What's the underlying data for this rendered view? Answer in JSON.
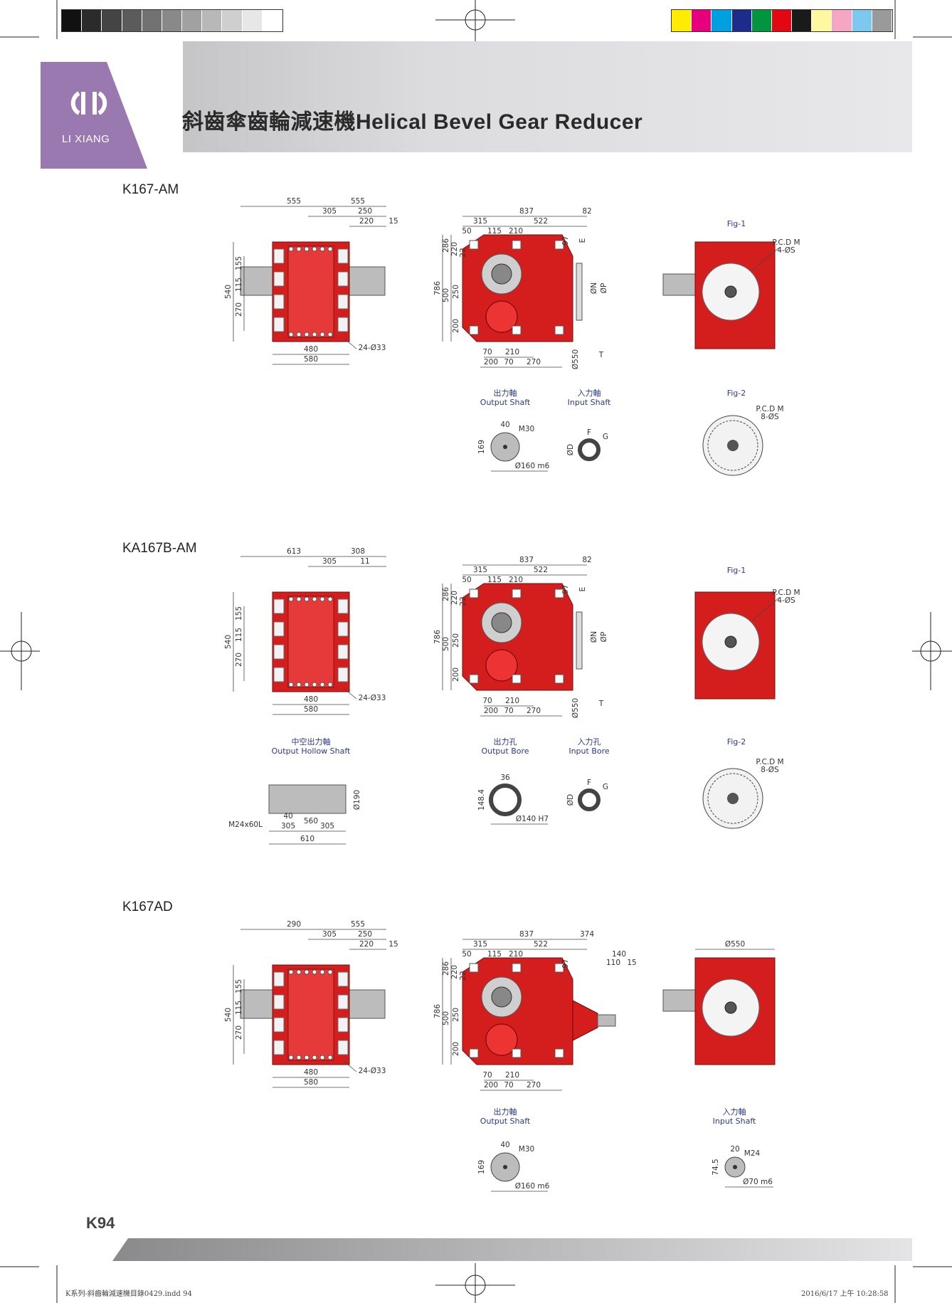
{
  "header": {
    "logo_text": "LI XIANG",
    "title": "斜齒傘齒輪減速機Helical Bevel Gear Reducer"
  },
  "colors": {
    "gray_bar": [
      "#111111",
      "#2b2b2b",
      "#444444",
      "#5b5b5b",
      "#727272",
      "#898989",
      "#a1a1a1",
      "#b8b8b8",
      "#cfcfcf",
      "#e7e7e7",
      "#ffffff"
    ],
    "color_bar": [
      "#ffec00",
      "#e6007e",
      "#00a0e0",
      "#1d2c8b",
      "#00963f",
      "#e30613",
      "#1a1a1a",
      "#fff8a0",
      "#f4a6c4",
      "#7cc8ee",
      "#9a9a9a"
    ],
    "accent_purple": "#9a78b0",
    "gear_red": "#d41e1e"
  },
  "sections": [
    {
      "label": "K167-AM",
      "view1": {
        "top_dims": [
          "555",
          "555",
          "305",
          "250",
          "220",
          "15"
        ],
        "left_dims": [
          "540",
          "155",
          "115",
          "270"
        ],
        "bottom_dims": [
          "480",
          "580"
        ],
        "callout": "24-Ø33"
      },
      "view2": {
        "top_dims": [
          "837",
          "82",
          "315",
          "522",
          "50",
          "115",
          "210",
          "97",
          "E"
        ],
        "left_dims": [
          "786",
          "286",
          "220",
          "22",
          "500",
          "250",
          "200"
        ],
        "bottom_dims": [
          "70",
          "210",
          "200",
          "70",
          "270"
        ],
        "right_dims": [
          "ØN",
          "ØP",
          "Ø550",
          "T"
        ]
      },
      "view3": {
        "fig": "Fig-1",
        "pcd": "P.C.D M",
        "holes": "4-ØS"
      },
      "shaft1": {
        "cn": "出力軸",
        "en": "Output Shaft",
        "dims": [
          "40",
          "M30",
          "169",
          "Ø160 m6"
        ]
      },
      "shaft2": {
        "cn": "入力軸",
        "en": "Input Shaft",
        "dims": [
          "F",
          "G",
          "ØD"
        ]
      },
      "fig2": {
        "fig": "Fig-2",
        "pcd": "P.C.D M",
        "holes": "8-ØS"
      }
    },
    {
      "label": "KA167B-AM",
      "view1": {
        "top_dims": [
          "613",
          "308",
          "305",
          "11"
        ],
        "left_dims": [
          "540",
          "155",
          "115",
          "270"
        ],
        "bottom_dims": [
          "480",
          "580"
        ],
        "callout": "24-Ø33"
      },
      "view2": {
        "top_dims": [
          "837",
          "82",
          "315",
          "522",
          "50",
          "115",
          "210",
          "97",
          "E"
        ],
        "left_dims": [
          "786",
          "286",
          "220",
          "22",
          "500",
          "250",
          "200"
        ],
        "bottom_dims": [
          "70",
          "210",
          "200",
          "70",
          "270"
        ],
        "right_dims": [
          "ØN",
          "ØP",
          "Ø550",
          "T"
        ]
      },
      "view3": {
        "fig": "Fig-1",
        "pcd": "P.C.D M",
        "holes": "4-ØS"
      },
      "hollow": {
        "cn": "中空出力軸",
        "en": "Output Hollow Shaft",
        "dims": [
          "Ø190",
          "M24x60L",
          "40",
          "560",
          "305",
          "305",
          "610"
        ]
      },
      "shaft1": {
        "cn": "出力孔",
        "en": "Output Bore",
        "dims": [
          "36",
          "148.4",
          "Ø140 H7"
        ]
      },
      "shaft2": {
        "cn": "入力孔",
        "en": "Input Bore",
        "dims": [
          "F",
          "G",
          "ØD"
        ]
      },
      "fig2": {
        "fig": "Fig-2",
        "pcd": "P.C.D M",
        "holes": "8-ØS"
      }
    },
    {
      "label": "K167AD",
      "view1": {
        "top_dims": [
          "290",
          "555",
          "305",
          "250",
          "220",
          "15"
        ],
        "left_dims": [
          "540",
          "155",
          "115",
          "270"
        ],
        "bottom_dims": [
          "480",
          "580"
        ],
        "callout": "24-Ø33"
      },
      "view2": {
        "top_dims": [
          "837",
          "374",
          "315",
          "522",
          "50",
          "115",
          "210",
          "97",
          "140",
          "110",
          "15"
        ],
        "left_dims": [
          "786",
          "286",
          "220",
          "22",
          "500",
          "250",
          "200"
        ],
        "bottom_dims": [
          "70",
          "210",
          "200",
          "70",
          "270"
        ]
      },
      "view3": {
        "top_dim": "Ø550"
      },
      "shaft1": {
        "cn": "出力軸",
        "en": "Output Shaft",
        "dims": [
          "40",
          "M30",
          "169",
          "Ø160 m6"
        ]
      },
      "shaft2": {
        "cn": "入力軸",
        "en": "Input Shaft",
        "dims": [
          "20",
          "M24",
          "74.5",
          "Ø70 m6"
        ]
      }
    }
  ],
  "footer": {
    "page_number": "K94",
    "file_info": "K系列-斜齒輪減速機目錄0429.indd   94",
    "timestamp": "2016/6/17   上午 10:28:58"
  }
}
